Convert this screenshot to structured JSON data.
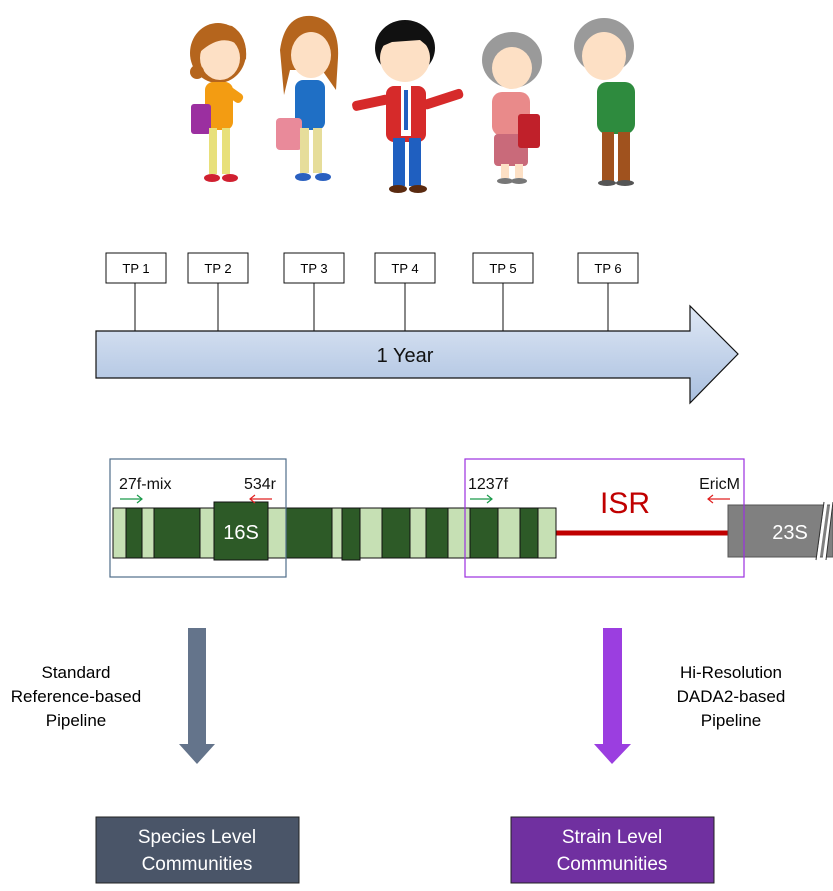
{
  "timeline": {
    "points": [
      "TP 1",
      "TP 2",
      "TP 3",
      "TP 4",
      "TP 5",
      "TP 6"
    ],
    "arrow_label": "1 Year"
  },
  "gene": {
    "primer_left_fwd": "27f-mix",
    "primer_left_rev": "534r",
    "label_16s": "16S",
    "primer_right_fwd": "1237f",
    "isr_label": "ISR",
    "primer_right_rev": "EricM",
    "label_23s": "23S"
  },
  "pipelines": {
    "left": {
      "line1": "Standard",
      "line2": "Reference-based",
      "line3": "Pipeline"
    },
    "right": {
      "line1": "Hi-Resolution",
      "line2": "DADA2-based",
      "line3": "Pipeline"
    }
  },
  "outputs": {
    "left": {
      "line1": "Species Level",
      "line2": "Communities"
    },
    "right": {
      "line1": "Strain Level",
      "line2": "Communities"
    }
  },
  "colors": {
    "light_green": "#c6e0b4",
    "dark_green": "#2d5a27",
    "isr_red": "#c00000",
    "grey_box": "#808080",
    "left_box_border": "#4f6d8a",
    "right_box_border": "#9b30e0",
    "species_fill": "#4a5568",
    "strain_fill": "#7030a0",
    "left_arrow": "#64748b",
    "right_arrow": "#9b3ee0",
    "fwd_primer": "#1a9a4a",
    "rev_primer": "#e02020"
  }
}
